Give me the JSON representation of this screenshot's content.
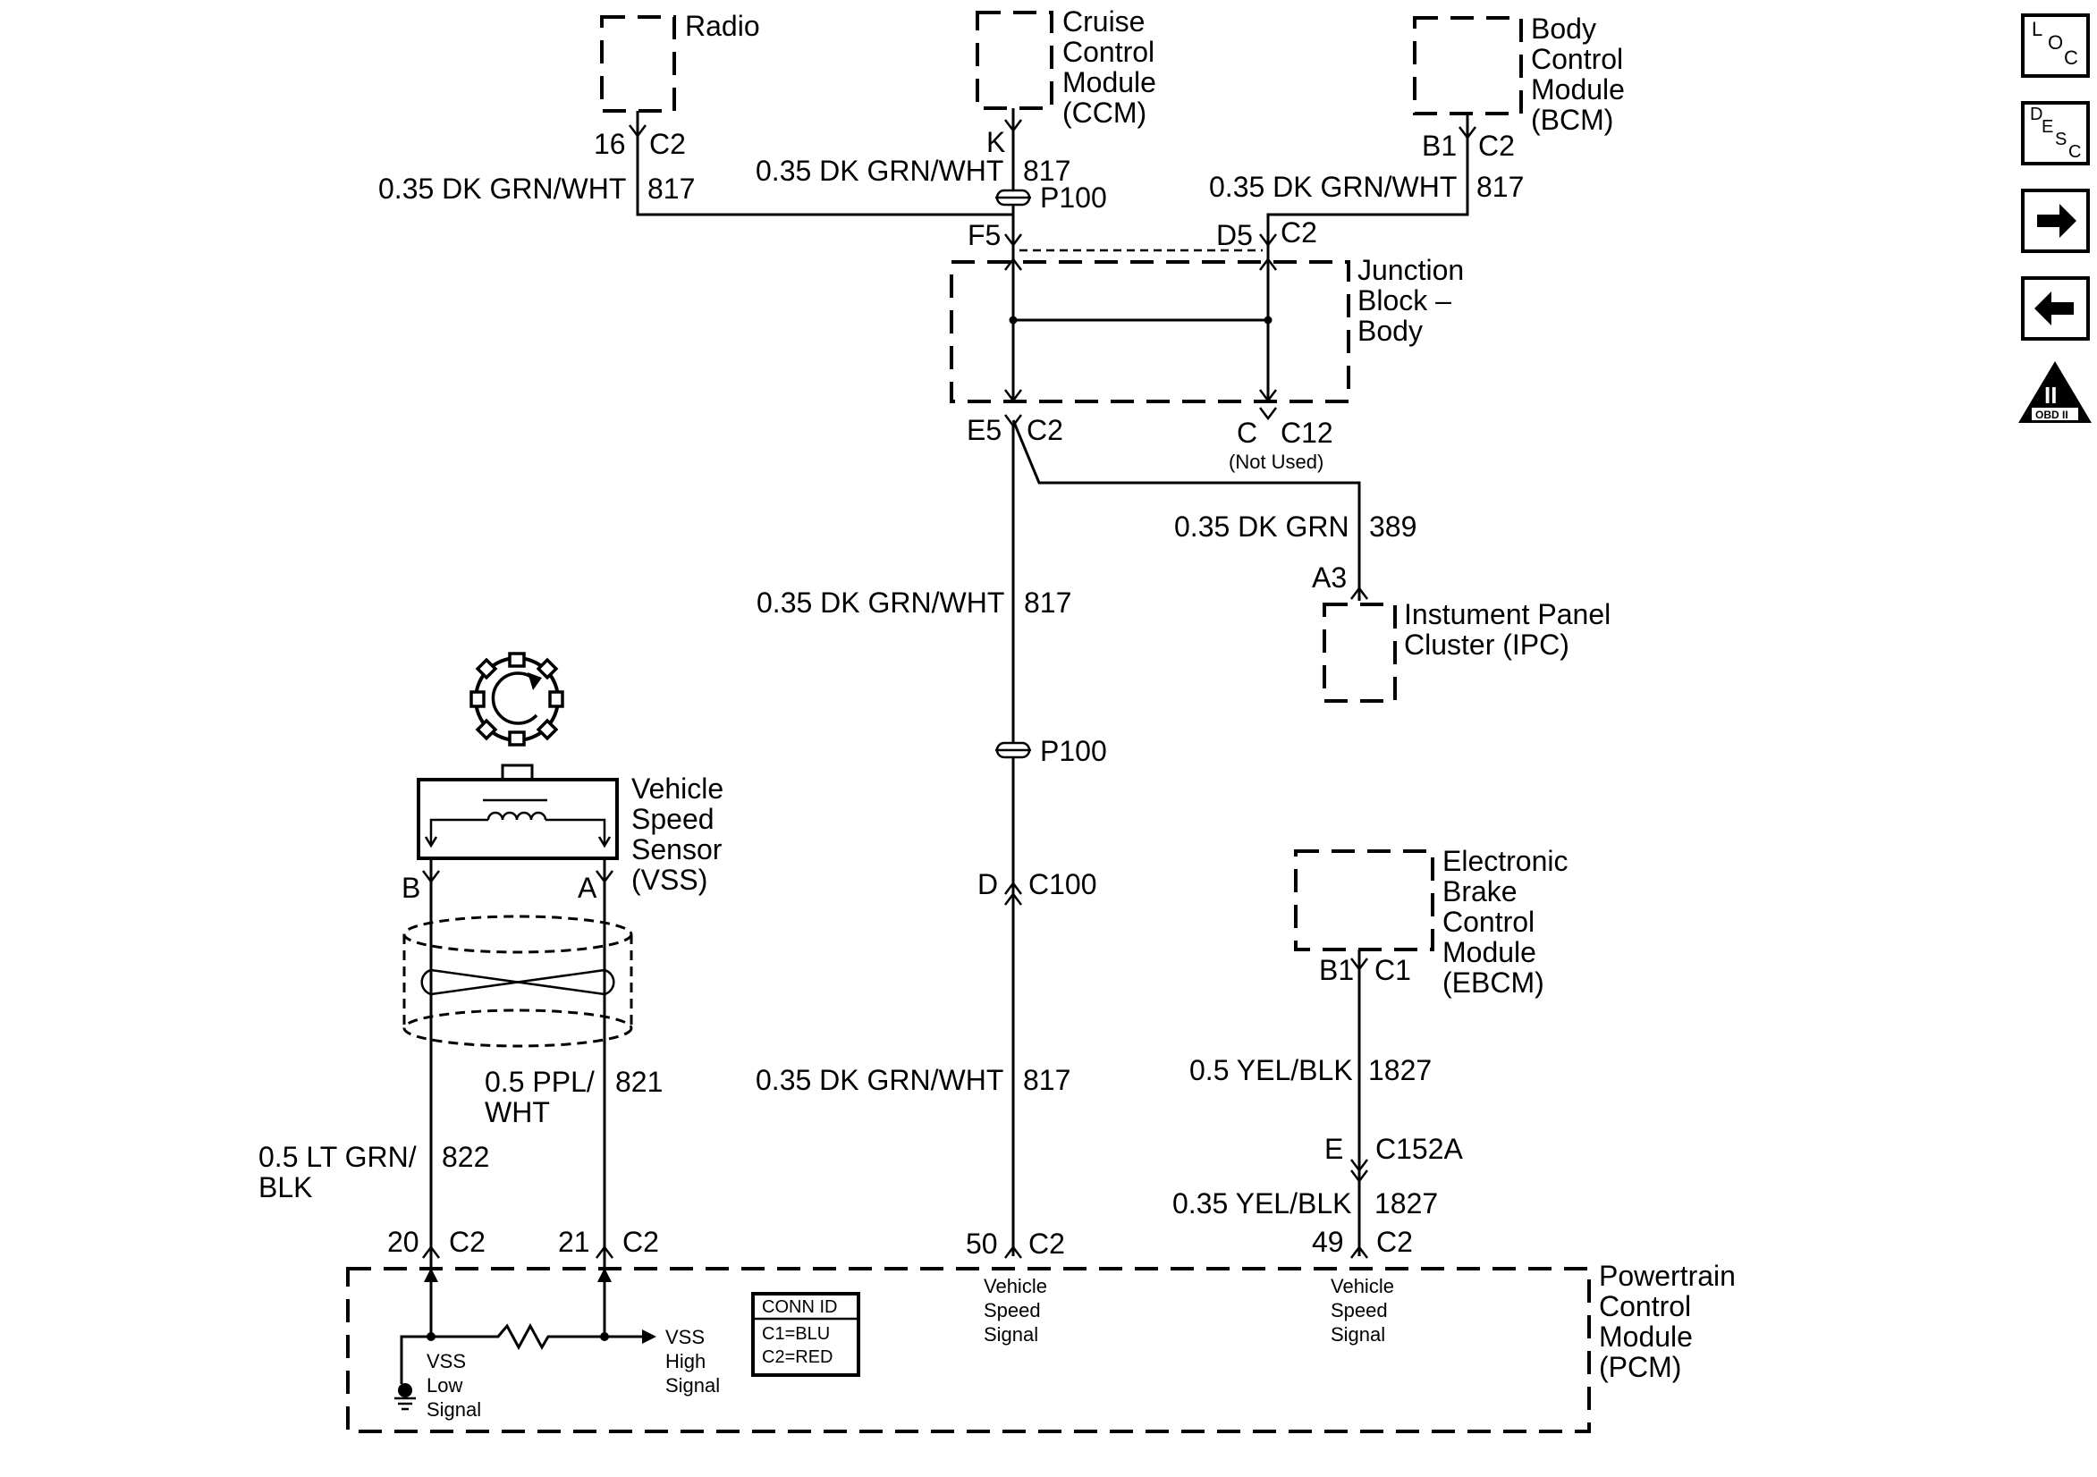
{
  "components": {
    "radio": "Radio",
    "ccm": [
      "Cruise",
      "Control",
      "Module",
      "(CCM)"
    ],
    "bcm": [
      "Body",
      "Control",
      "Module",
      "(BCM)"
    ],
    "junction": [
      "Junction",
      "Block –",
      "Body"
    ],
    "ipc": [
      "Instument Panel",
      "Cluster (IPC)"
    ],
    "vss": [
      "Vehicle",
      "Speed",
      "Sensor",
      "(VSS)"
    ],
    "ebcm": [
      "Electronic",
      "Brake",
      "Control",
      "Module",
      "(EBCM)"
    ],
    "pcm": [
      "Powertrain",
      "Control",
      "Module",
      "(PCM)"
    ]
  },
  "connectors": {
    "radio_pin": "16",
    "radio_conn": "C2",
    "ccm_pin": "K",
    "bcm_pin": "B1",
    "bcm_conn": "C2",
    "jb_f5": "F5",
    "jb_d5": "D5",
    "jb_d5_conn": "C2",
    "jb_e5": "E5",
    "jb_e5_conn": "C2",
    "jb_c": "C",
    "jb_c12": "C12",
    "not_used": "(Not Used)",
    "ipc_pin": "A3",
    "p100_top": "P100",
    "p100_mid": "P100",
    "c100_pin": "D",
    "c100": "C100",
    "vss_b": "B",
    "vss_a": "A",
    "ebcm_pin": "B1",
    "ebcm_conn": "C1",
    "c152a_pin": "E",
    "c152a": "C152A",
    "pcm_20": "20",
    "pcm_20_conn": "C2",
    "pcm_21": "21",
    "pcm_21_conn": "C2",
    "pcm_50": "50",
    "pcm_50_conn": "C2",
    "pcm_49": "49",
    "pcm_49_conn": "C2"
  },
  "wires": {
    "radio_color": "0.35 DK GRN/WHT",
    "radio_circuit": "817",
    "ccm_color": "0.35 DK GRN/WHT",
    "ccm_circuit": "817",
    "bcm_color": "0.35 DK GRN/WHT",
    "bcm_circuit": "817",
    "ipc_color": "0.35 DK GRN",
    "ipc_circuit": "389",
    "trunk_color": "0.35 DK GRN/WHT",
    "trunk_circuit": "817",
    "lower_color": "0.35 DK GRN/WHT",
    "lower_circuit": "817",
    "vss_high_color": [
      "0.5 PPL/",
      "WHT"
    ],
    "vss_high_circuit": "821",
    "vss_low_color": [
      "0.5 LT GRN/",
      "BLK"
    ],
    "vss_low_circuit": "822",
    "ebcm_color": "0.5 YEL/BLK",
    "ebcm_circuit": "1827",
    "ebcm_lower_color": "0.35 YEL/BLK",
    "ebcm_lower_circuit": "1827"
  },
  "pcm_internal": {
    "vss_low": [
      "VSS",
      "Low",
      "Signal"
    ],
    "vss_high": [
      "VSS",
      "High",
      "Signal"
    ],
    "vss_signal_50": [
      "Vehicle",
      "Speed",
      "Signal"
    ],
    "vss_signal_49": [
      "Vehicle",
      "Speed",
      "Signal"
    ],
    "conn_id": [
      "CONN ID",
      "C1=BLU",
      "C2=RED"
    ]
  },
  "sidebar": {
    "loc": [
      "L",
      "O",
      "C"
    ],
    "desc": [
      "D",
      "E",
      "S",
      "C"
    ],
    "next": "next-arrow-icon",
    "prev": "previous-arrow-icon",
    "obd_numeral": "II",
    "obd_label": "OBD II"
  }
}
